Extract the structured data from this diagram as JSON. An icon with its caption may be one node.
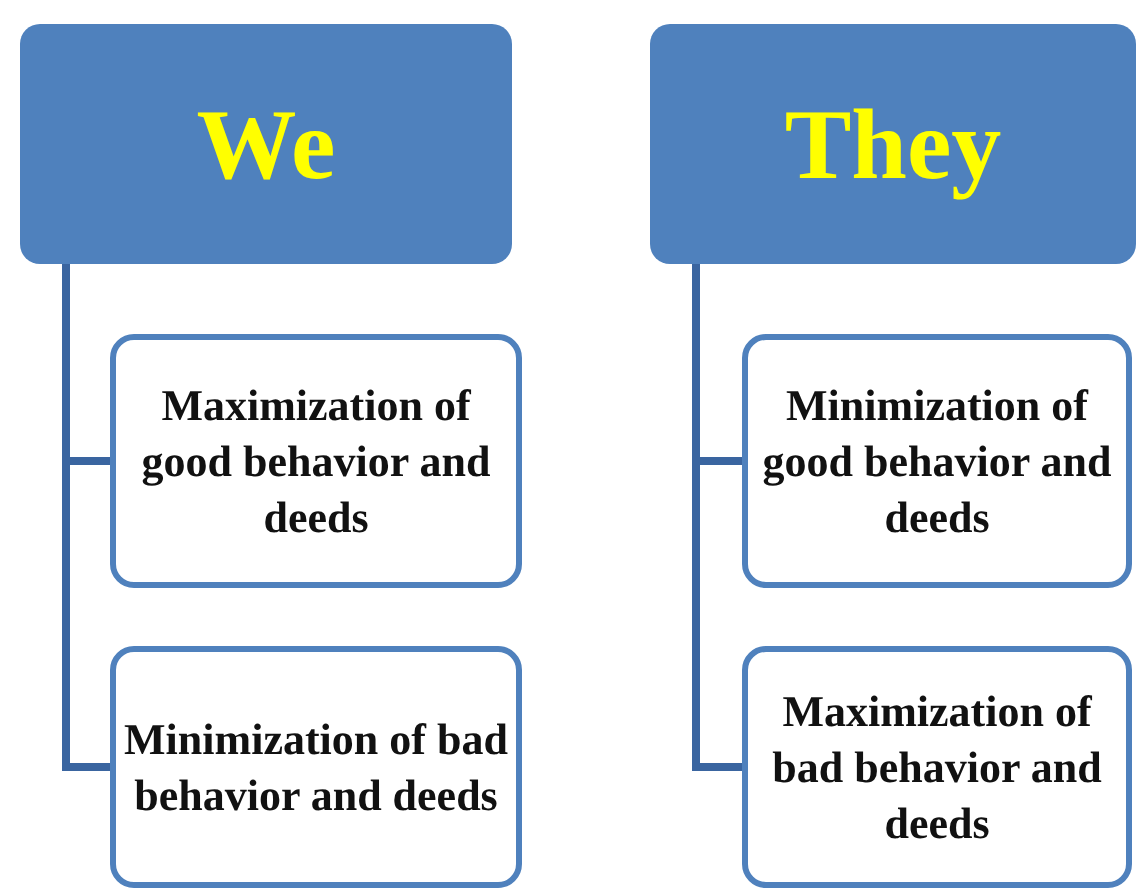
{
  "diagram": {
    "nodes": [
      {
        "text": [
          "We"
        ]
      },
      {
        "text": [
          "Maximization of good behavior and deeds"
        ]
      },
      {
        "text": [
          "Minimization of bad behavior and deeds"
        ]
      },
      {
        "text": [
          "They"
        ]
      },
      {
        "text": [
          "Minimization of good behavior and deeds"
        ]
      },
      {
        "text": [
          "Maximization of bad behavior and deeds"
        ]
      }
    ],
    "edges": [
      {
        "from": 0,
        "to": 1,
        "arrow": "none"
      },
      {
        "from": 0,
        "to": 2,
        "arrow": "none"
      },
      {
        "from": 3,
        "to": 4,
        "arrow": "none"
      },
      {
        "from": 3,
        "to": 5,
        "arrow": "none"
      }
    ]
  }
}
